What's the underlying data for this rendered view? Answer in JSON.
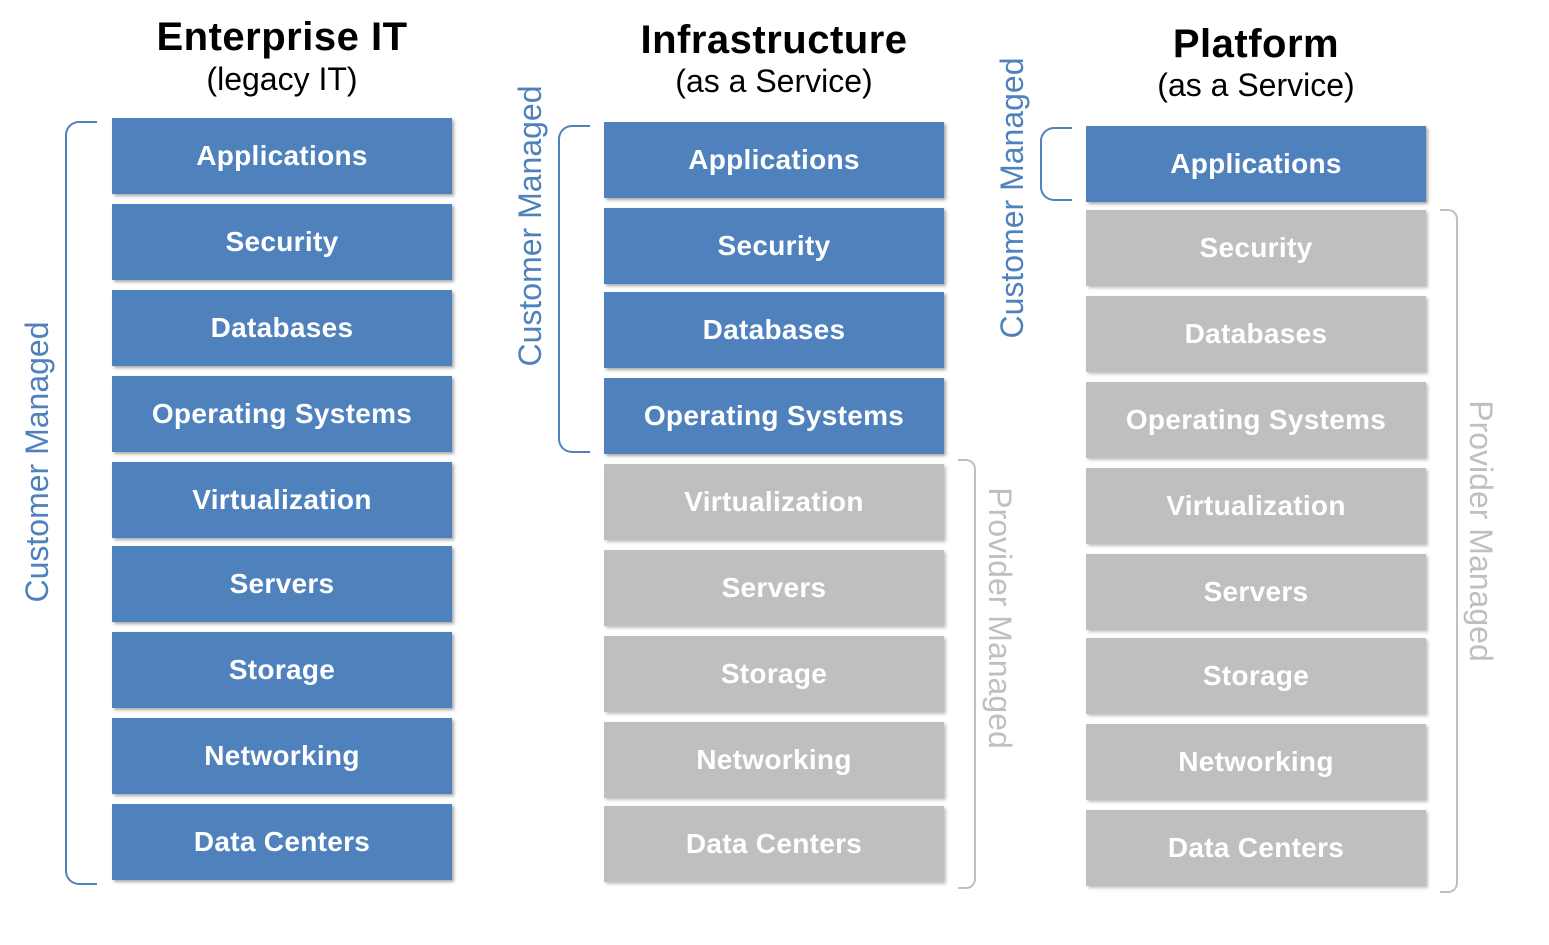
{
  "columns": [
    {
      "title": "Enterprise IT",
      "subtitle": "(legacy IT)",
      "customer_label": "Customer Managed",
      "provider_label": "",
      "layers": [
        {
          "label": "Applications",
          "managed": "customer"
        },
        {
          "label": "Security",
          "managed": "customer"
        },
        {
          "label": "Databases",
          "managed": "customer"
        },
        {
          "label": "Operating Systems",
          "managed": "customer"
        },
        {
          "label": "Virtualization",
          "managed": "customer"
        },
        {
          "label": "Servers",
          "managed": "customer"
        },
        {
          "label": "Storage",
          "managed": "customer"
        },
        {
          "label": "Networking",
          "managed": "customer"
        },
        {
          "label": "Data Centers",
          "managed": "customer"
        }
      ]
    },
    {
      "title": "Infrastructure",
      "subtitle": "(as a Service)",
      "customer_label": "Customer Managed",
      "provider_label": "Provider Managed",
      "layers": [
        {
          "label": "Applications",
          "managed": "customer"
        },
        {
          "label": "Security",
          "managed": "customer"
        },
        {
          "label": "Databases",
          "managed": "customer"
        },
        {
          "label": "Operating Systems",
          "managed": "customer"
        },
        {
          "label": "Virtualization",
          "managed": "provider"
        },
        {
          "label": "Servers",
          "managed": "provider"
        },
        {
          "label": "Storage",
          "managed": "provider"
        },
        {
          "label": "Networking",
          "managed": "provider"
        },
        {
          "label": "Data Centers",
          "managed": "provider"
        }
      ]
    },
    {
      "title": "Platform",
      "subtitle": "(as a Service)",
      "customer_label": "Customer Managed",
      "provider_label": "Provider Managed",
      "layers": [
        {
          "label": "Applications",
          "managed": "customer"
        },
        {
          "label": "Security",
          "managed": "provider"
        },
        {
          "label": "Databases",
          "managed": "provider"
        },
        {
          "label": "Operating Systems",
          "managed": "provider"
        },
        {
          "label": "Virtualization",
          "managed": "provider"
        },
        {
          "label": "Servers",
          "managed": "provider"
        },
        {
          "label": "Storage",
          "managed": "provider"
        },
        {
          "label": "Networking",
          "managed": "provider"
        },
        {
          "label": "Data Centers",
          "managed": "provider"
        }
      ]
    }
  ],
  "colors": {
    "customer": "#4f81bd",
    "provider": "#bfbfbf"
  }
}
